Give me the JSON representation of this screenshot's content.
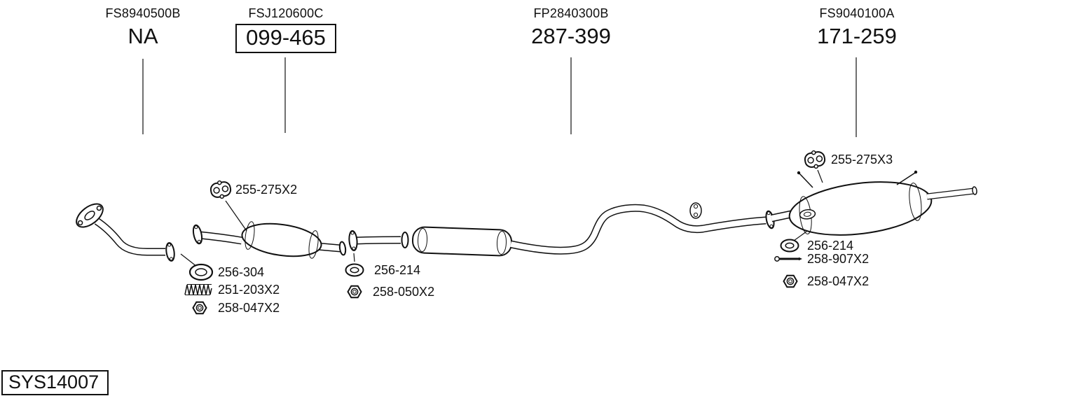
{
  "colors": {
    "background": "#ffffff",
    "ink": "#111111"
  },
  "header": {
    "groups": [
      {
        "ref": "FS8940500B",
        "code": "NA",
        "boxed": false
      },
      {
        "ref": "FSJ120600C",
        "code": "099-465",
        "boxed": true
      },
      {
        "ref": "FP2840300B",
        "code": "287-399",
        "boxed": false
      },
      {
        "ref": "FS9040100A",
        "code": "171-259",
        "boxed": false
      }
    ]
  },
  "callouts": [
    {
      "id": "hanger-front",
      "part": "255-275X2",
      "icon": "hanger-icon"
    },
    {
      "id": "gasket-front",
      "part": "256-304",
      "icon": "gasket-icon"
    },
    {
      "id": "spring-front",
      "part": "251-203X2",
      "icon": "spring-icon"
    },
    {
      "id": "nut-front",
      "part": "258-047X2",
      "icon": "nut-icon"
    },
    {
      "id": "ring-mid",
      "part": "256-214",
      "icon": "ring-icon"
    },
    {
      "id": "nut-mid",
      "part": "258-050X2",
      "icon": "nut-icon"
    },
    {
      "id": "hanger-rear",
      "part": "255-275X3",
      "icon": "hanger-icon"
    },
    {
      "id": "ring-rear",
      "part": "256-214",
      "icon": "ring-icon"
    },
    {
      "id": "bolt-rear",
      "part": "258-907X2",
      "icon": "bolt-icon"
    },
    {
      "id": "nut-rear",
      "part": "258-047X2",
      "icon": "nut-icon"
    }
  ],
  "footer": {
    "system_code": "SYS14007"
  }
}
